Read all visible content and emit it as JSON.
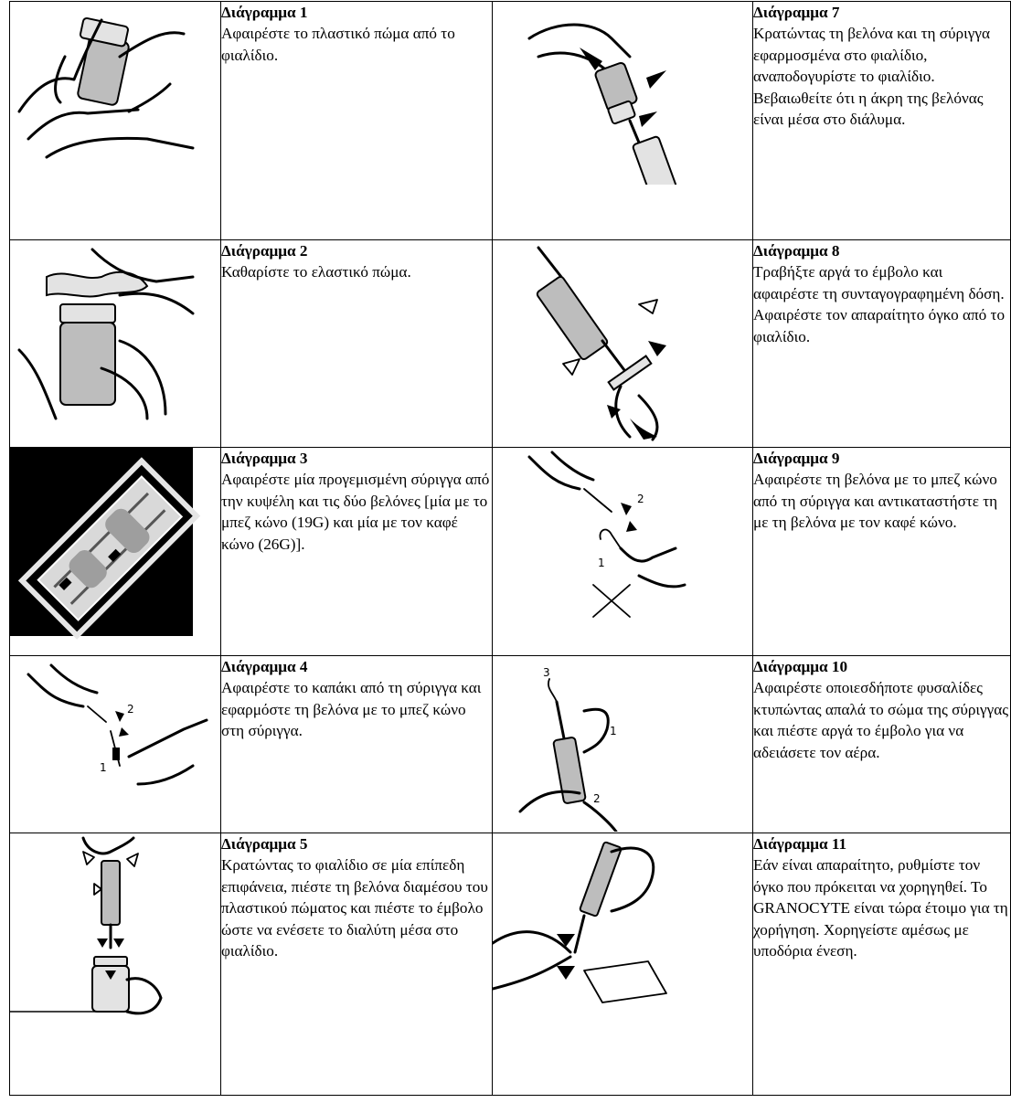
{
  "steps": [
    {
      "title": "Διάγραμμα 1",
      "text": "Αφαιρέστε το πλαστικό πώμα από το φιαλίδιο.",
      "illustration": "vial-cap-removal-icon"
    },
    {
      "title": "Διάγραμμα 7",
      "text": "Κρατώντας τη βελόνα και τη σύριγγα εφαρμοσμένα στο φιαλίδιο, αναποδογυρίστε το φιαλίδιο. Βεβαιωθείτε ότι η άκρη της βελόνας είναι μέσα στο διάλυμα.",
      "illustration": "inverted-vial-icon"
    },
    {
      "title": "Διάγραμμα 2",
      "text": "Καθαρίστε το ελαστικό πώμα.",
      "illustration": "clean-stopper-icon"
    },
    {
      "title": "Διάγραμμα 8",
      "text": "Τραβήξτε αργά το έμβολο και αφαιρέστε τη συνταγογραφημένη δόση. Αφαιρέστε τον απαραίτητο όγκο από το φιαλίδιο.",
      "illustration": "withdraw-dose-icon"
    },
    {
      "title": "Διάγραμμα 3",
      "text": "Αφαιρέστε μία προγεμισμένη σύριγγα από την κυψέλη και τις δύο βελόνες [μία με το μπεζ κώνο (19G) και μία με τον καφέ κώνο (26G)].",
      "illustration": "blister-pack-icon"
    },
    {
      "title": "Διάγραμμα 9",
      "text": "Αφαιρέστε τη βελόνα με το μπεζ κώνο από τη σύριγγα και αντικαταστήστε τη με τη βελόνα με τον καφέ κώνο.",
      "illustration": "needle-swap-icon"
    },
    {
      "title": "Διάγραμμα 4",
      "text": "Αφαιρέστε το καπάκι από τη σύριγγα και εφαρμόστε τη βελόνα με το μπεζ κώνο στη σύριγγα.",
      "illustration": "attach-needle-icon"
    },
    {
      "title": "Διάγραμμα 10",
      "text": "Αφαιρέστε οποιεσδήποτε φυσαλίδες κτυπώντας απαλά το σώμα της σύριγγας και πιέστε αργά το έμβολο για να αδειάσετε τον αέρα.",
      "illustration": "remove-bubbles-icon"
    },
    {
      "title": "Διάγραμμα 5",
      "text": "Κρατώντας το φιαλίδιο σε μία επίπεδη επιφάνεια, πιέστε τη βελόνα διαμέσου του πλαστικού πώματος και πιέστε το έμβολο ώστε να ενέσετε το διαλύτη μέσα στο φιαλίδιο.",
      "illustration": "inject-solvent-icon"
    },
    {
      "title": "Διάγραμμα 11",
      "text": "Εάν είναι απαραίτητο, ρυθμίστε τον όγκο που πρόκειται να χορηγηθεί. Το GRANOCYTE είναι τώρα έτοιμο για τη χορήγηση. Χορηγείστε αμέσως με υποδόρια ένεση.",
      "illustration": "subcutaneous-injection-icon"
    }
  ]
}
